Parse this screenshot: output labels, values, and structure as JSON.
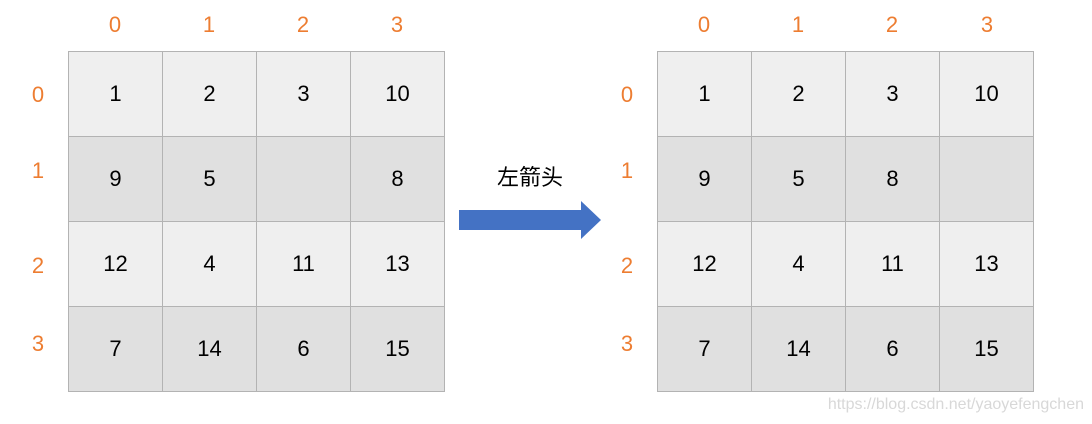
{
  "left_grid": {
    "col_labels": [
      "0",
      "1",
      "2",
      "3"
    ],
    "row_labels": [
      "0",
      "1",
      "2",
      "3"
    ],
    "rows": [
      [
        "1",
        "2",
        "3",
        "10"
      ],
      [
        "9",
        "5",
        "",
        "8"
      ],
      [
        "12",
        "4",
        "11",
        "13"
      ],
      [
        "7",
        "14",
        "6",
        "15"
      ]
    ]
  },
  "arrow": {
    "label": "左箭头",
    "color": "#4472c4"
  },
  "right_grid": {
    "col_labels": [
      "0",
      "1",
      "2",
      "3"
    ],
    "row_labels": [
      "0",
      "1",
      "2",
      "3"
    ],
    "rows": [
      [
        "1",
        "2",
        "3",
        "10"
      ],
      [
        "9",
        "5",
        "8",
        ""
      ],
      [
        "12",
        "4",
        "11",
        "13"
      ],
      [
        "7",
        "14",
        "6",
        "15"
      ]
    ]
  },
  "watermark": "https://blog.csdn.net/yaoyefengchen",
  "colors": {
    "index_label": "#ed7d31",
    "light_row": "#efefef",
    "dark_row": "#e0e0e0",
    "border": "#b3b3b3"
  }
}
